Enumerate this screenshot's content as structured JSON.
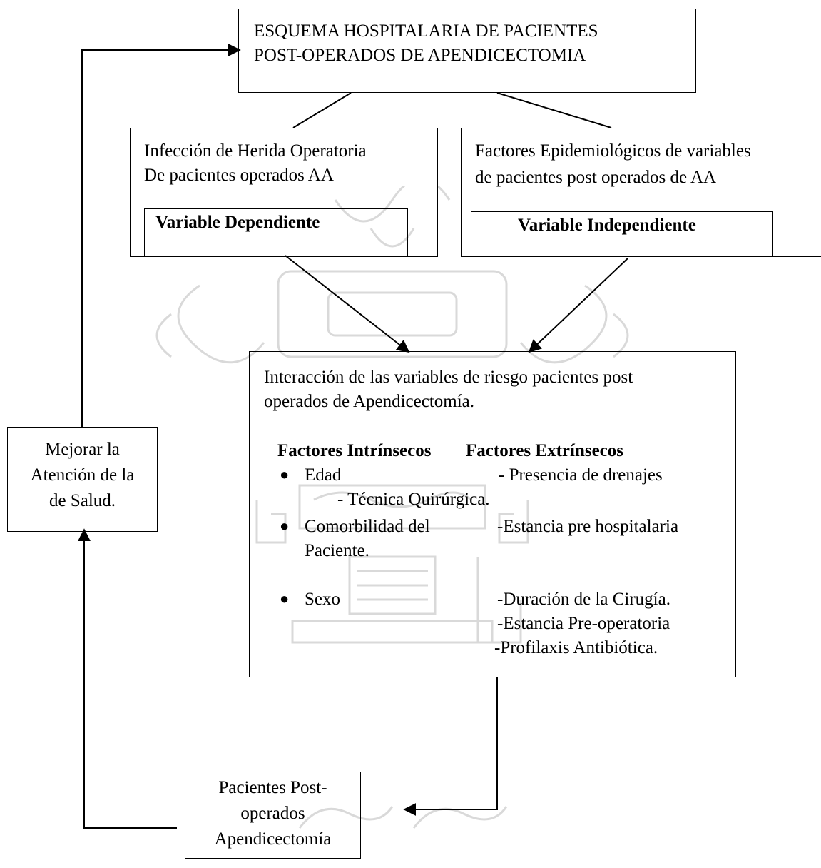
{
  "title": {
    "line1": "ESQUEMA HOSPITALARIA DE PACIENTES",
    "line2": "POST-OPERADOS DE APENDICECTOMIA"
  },
  "left_box": {
    "line1": "Infección de Herida Operatoria",
    "line2": "De pacientes operados AA",
    "variable_label": "Variable Dependiente"
  },
  "right_box": {
    "line1": "Factores Epidemiológicos de variables",
    "line2": "de pacientes post operados de AA",
    "variable_label": "Variable Independiente"
  },
  "interaction_box": {
    "line1": "Interacción de las variables de riesgo pacientes post",
    "line2": "operados de Apendicectomía.",
    "header_intrinsic": "Factores Intrínsecos",
    "header_extrinsic": "Factores Extrínsecos",
    "intrinsic": [
      "Edad",
      "Comorbilidad del",
      "Paciente.",
      "Sexo"
    ],
    "extrinsic": [
      "- Presencia de drenajes",
      "- Técnica Quirúrgica.",
      "-Estancia pre hospitalaria",
      "-Duración de la Cirugía.",
      "-Estancia Pre-operatoria",
      "-Profilaxis Antibiótica."
    ]
  },
  "left_side_box": {
    "line1": "Mejorar la",
    "line2": "Atención de la",
    "line3": "de Salud."
  },
  "bottom_box": {
    "line1": "Pacientes Post-",
    "line2": "operados",
    "line3": "Apendicectomía"
  }
}
